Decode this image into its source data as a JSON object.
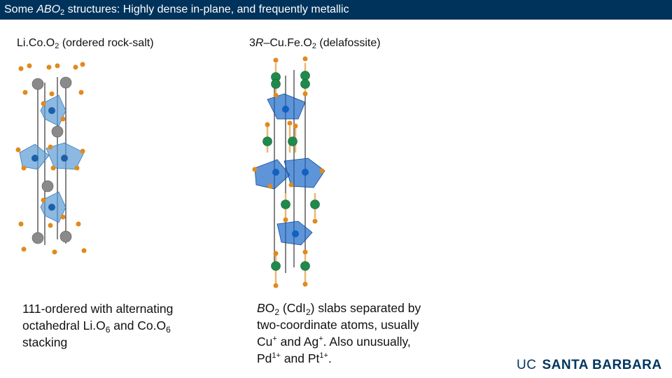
{
  "slide": {
    "title": {
      "pre": "Some ",
      "abo": "ABO",
      "sub": "2",
      "post": " structures: Highly dense in-plane, and frequently metallic"
    },
    "left": {
      "label_a": "Li.Co.O",
      "label_sub": "2",
      "label_b": " (ordered rock-salt)",
      "desc_line1": "111-ordered with alternating",
      "desc_line2a": "octahedral Li.O",
      "desc_sub1": "6",
      "desc_line2b": " and Co.O",
      "desc_sub2": "6",
      "desc_line3": "stacking"
    },
    "right": {
      "label_3": "3",
      "label_r": "R",
      "label_a": "–Cu.Fe.O",
      "label_sub": "2",
      "label_b": " (delafossite)",
      "desc_b": "B",
      "desc_o": "O",
      "desc_sub1": "2",
      "desc_cdi": " (CdI",
      "desc_sub2": "2",
      "desc_rest1": ") slabs separated by",
      "desc_line2": "two-coordinate atoms, usually",
      "desc_cu": "Cu",
      "desc_sup1": "+",
      "desc_and": " and Ag",
      "desc_sup2": "+",
      "desc_also": ". Also unusually,",
      "desc_pd": "Pd",
      "desc_sup3": "1+",
      "desc_pt": " and Pt",
      "desc_sup4": "1+",
      "desc_end": "."
    },
    "logo": {
      "uc": "UC",
      "name": "SANTA BARBARA"
    }
  },
  "colors": {
    "title_bg": "#00335b",
    "oxygen": "#e08a1e",
    "lithium": "#888888",
    "cobalt": "#1e5fa8",
    "copper": "#1f8a4c",
    "iron": "#1a66c8",
    "octahedron": "#5a9bd5"
  }
}
